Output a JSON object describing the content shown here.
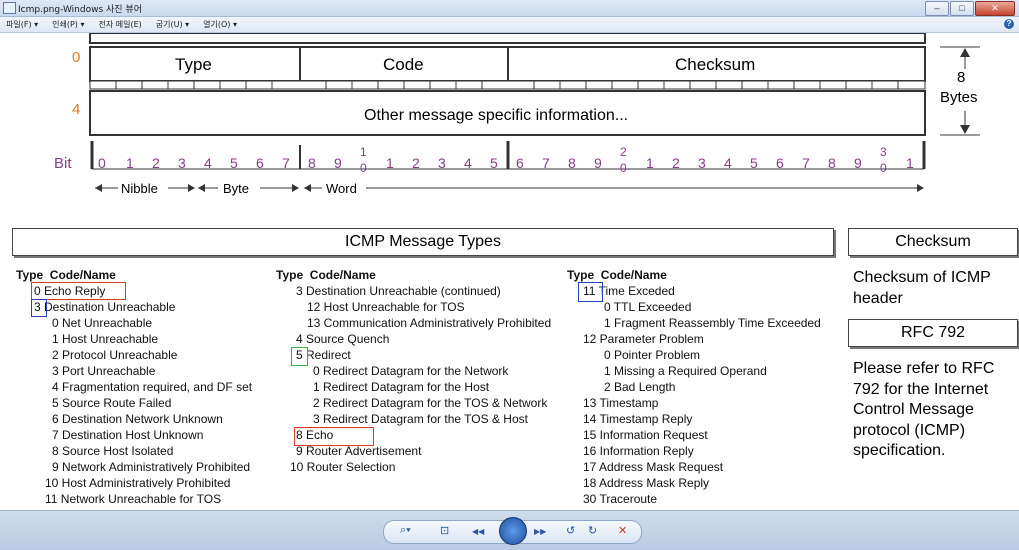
{
  "window": {
    "title": "Icmp.png-Windows 사진 뷰어",
    "help_glyph": "?"
  },
  "menu": [
    "파일(F) ▾",
    "인쇄(P) ▾",
    "전자 메일(E)",
    "굽기(U) ▾",
    "열기(O) ▾"
  ],
  "diagram": {
    "row_offsets": [
      "0",
      "4"
    ],
    "fields_row0": [
      "Type",
      "Code",
      "Checksum"
    ],
    "field_row1": "Other message specific information...",
    "size_label": [
      "8",
      "Bytes"
    ],
    "bit_label": "Bit",
    "bits_single": [
      "0",
      "1",
      "2",
      "3",
      "4",
      "5",
      "6",
      "7",
      "8",
      "9"
    ],
    "bits_tens": [
      "1",
      "2",
      "3"
    ],
    "bits_ones_after_tens": [
      "0",
      "0",
      "0"
    ],
    "scale": [
      "Nibble",
      "Byte",
      "Word"
    ]
  },
  "headers": {
    "types": "ICMP Message Types",
    "checksum": "Checksum",
    "rfc": "RFC 792"
  },
  "checksum_text": [
    "Checksum of ICMP",
    "header"
  ],
  "rfc_text": [
    "Please refer to RFC",
    "792 for the Internet",
    "Control Message",
    "protocol (ICMP)",
    "specification."
  ],
  "columns": {
    "head_type": "Type",
    "head_code": "Code/Name",
    "col1": [
      "0  Echo Reply",
      "3  Destination Unreachable",
      "0 Net Unreachable",
      "1 Host Unreachable",
      "2 Protocol Unreachable",
      "3 Port Unreachable",
      "4 Fragmentation required, and DF set",
      "5 Source Route Failed",
      "6 Destination Network Unknown",
      "7 Destination Host Unknown",
      "8 Source Host Isolated",
      "9 Network Administratively Prohibited",
      "10 Host Administratively Prohibited",
      "11 Network Unreachable for TOS"
    ],
    "col2": [
      "3  Destination Unreachable (continued)",
      "12 Host Unreachable for TOS",
      "13 Communication Administratively Prohibited",
      "4  Source Quench",
      "5  Redirect",
      "0 Redirect Datagram for the Network",
      "1 Redirect Datagram for the Host",
      "2 Redirect Datagram for the TOS & Network",
      "3 Redirect Datagram for the TOS & Host",
      "8  Echo",
      "9  Router Advertisement",
      "10 Router Selection"
    ],
    "col3": [
      "11 Time Exceded",
      "0 TTL Exceeded",
      "1 Fragment Reassembly Time Exceeded",
      "12 Parameter Problem",
      "0 Pointer Problem",
      "1 Missing a Required Operand",
      "2 Bad Length",
      "13 Timestamp",
      "14 Timestamp Reply",
      "15 Information Request",
      "16 Information Reply",
      "17 Address Mask Request",
      "18 Address Mask Reply",
      "30 Traceroute"
    ]
  },
  "controls": {
    "zoom": "⌕▾",
    "fit": "⊡",
    "prev": "◀◀",
    "next": "▶▶",
    "rotl": "↺",
    "rotr": "↻",
    "delete": "✕"
  },
  "colors": {
    "highlight_red": "#d63a2a",
    "highlight_blue": "#2a3fc8",
    "highlight_green": "#33b24a",
    "bit_purple": "#8a3c8a",
    "offset_orange": "#e07820"
  }
}
